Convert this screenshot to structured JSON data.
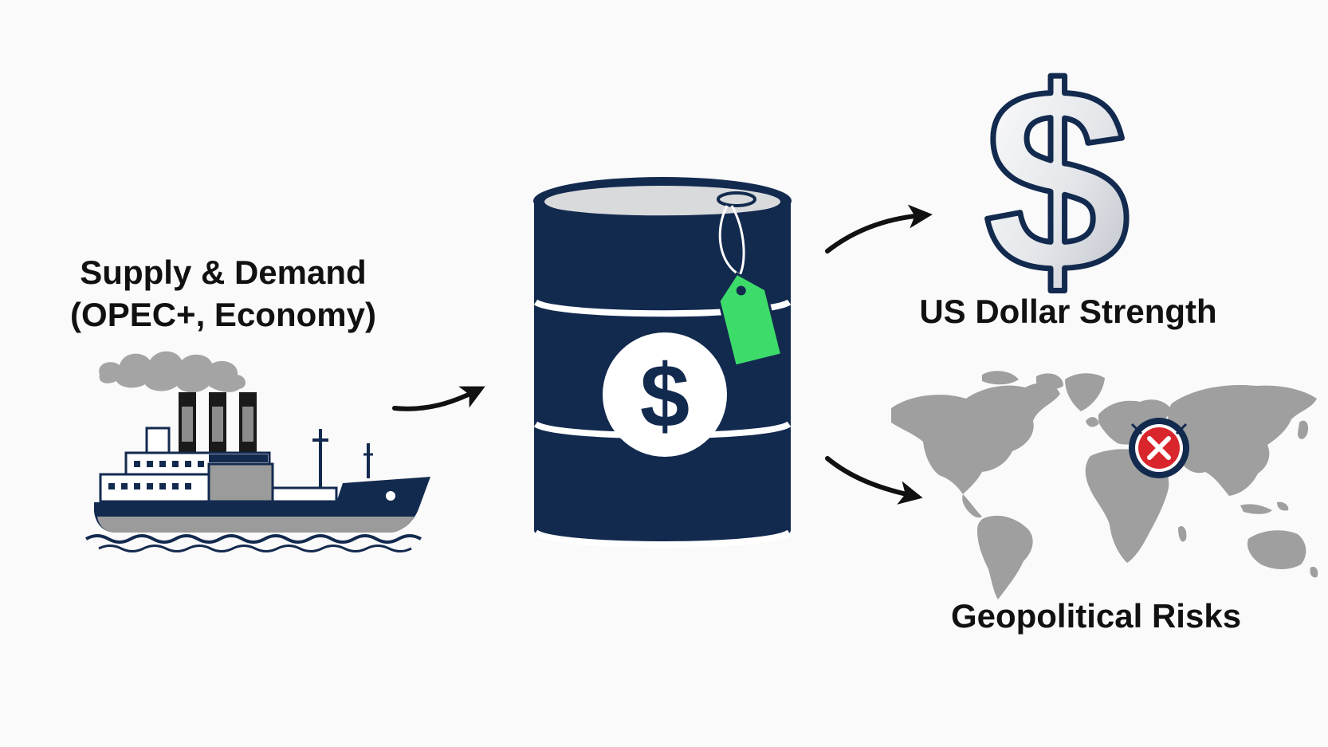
{
  "labels": {
    "supply_line1": "Supply & Demand",
    "supply_line2": "(OPEC+, Economy)",
    "dollar": "US Dollar Strength",
    "geopolitical": "Geopolitical Risks",
    "barrel_symbol": "$",
    "dollar_symbol": "$"
  },
  "colors": {
    "navy": "#132a4f",
    "grey": "#9b9b9b",
    "light_grey": "#d9dadc",
    "tag_green": "#3ddc6a",
    "risk_red": "#d8262c",
    "background": "#fafafa"
  },
  "icons": {
    "ship": "cargo-ship-icon",
    "barrel": "oil-barrel-icon",
    "dollar": "dollar-sign-icon",
    "map": "world-map-icon",
    "risk": "x-mark-icon"
  }
}
